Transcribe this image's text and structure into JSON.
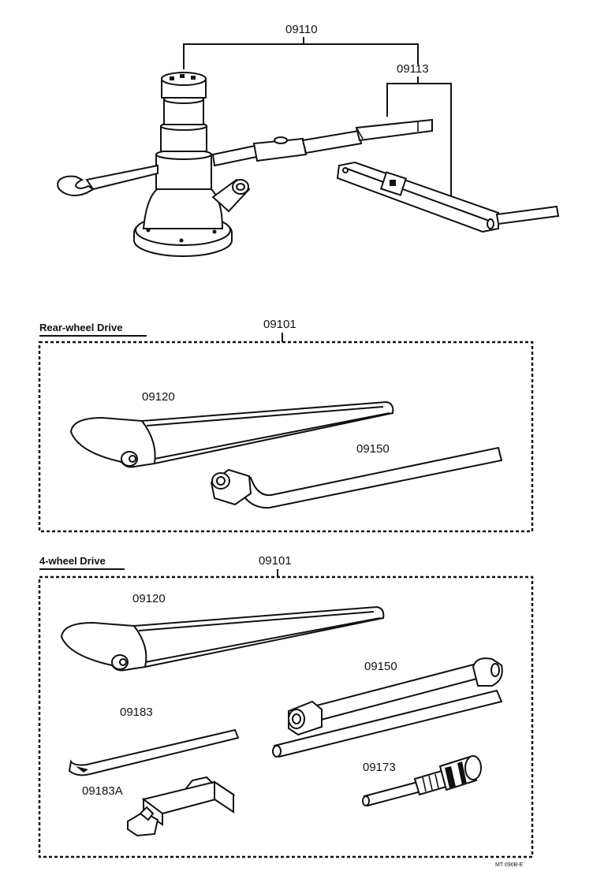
{
  "top": {
    "jack_set_label": "09110",
    "handle_label": "09113"
  },
  "rear": {
    "title": "Rear-wheel Drive",
    "kit_label": "09101",
    "bag_label": "09120",
    "wrench_label": "09150"
  },
  "four": {
    "title": "4-wheel Drive",
    "kit_label": "09101",
    "bag_label": "09120",
    "wrench_label": "09150",
    "bar_label": "09183",
    "clip_label": "09183A",
    "driver_label": "09173"
  },
  "footer": {
    "code": "MT 090B-E"
  }
}
